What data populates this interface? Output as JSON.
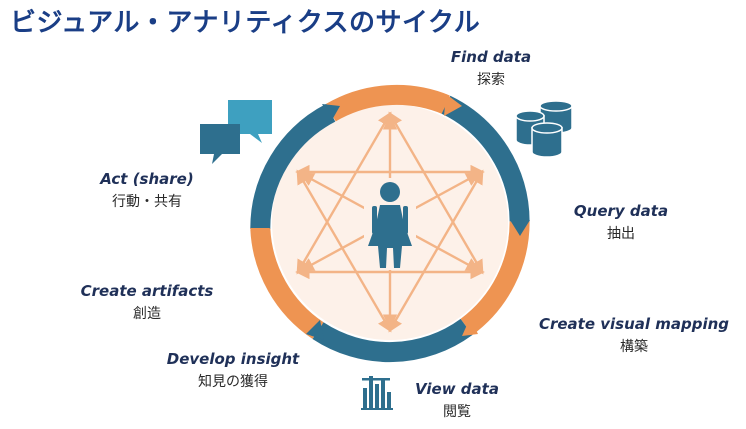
{
  "title": "ビジュアル・アナリティクスのサイクル",
  "steps": {
    "find": {
      "en": "Find data",
      "ja": "探索"
    },
    "query": {
      "en": "Query data",
      "ja": "抽出"
    },
    "mapping": {
      "en": "Create visual mapping",
      "ja": "構築"
    },
    "view": {
      "en": "View data",
      "ja": "閲覧"
    },
    "insight": {
      "en": "Develop insight",
      "ja": "知見の獲得"
    },
    "artifacts": {
      "en": "Create artifacts",
      "ja": "創造"
    },
    "act": {
      "en": "Act (share)",
      "ja": "行動・共有"
    }
  },
  "colors": {
    "title": "#1a3e86",
    "teal": "#2e6f8e",
    "orange": "#ee9452",
    "arrow_light": "#f3b487",
    "bg_circle": "#fdf1e9"
  },
  "icons": {
    "find": "database-icon",
    "view": "bar-chart-icon",
    "act": "speech-bubbles-icon",
    "center": "person-icon"
  }
}
